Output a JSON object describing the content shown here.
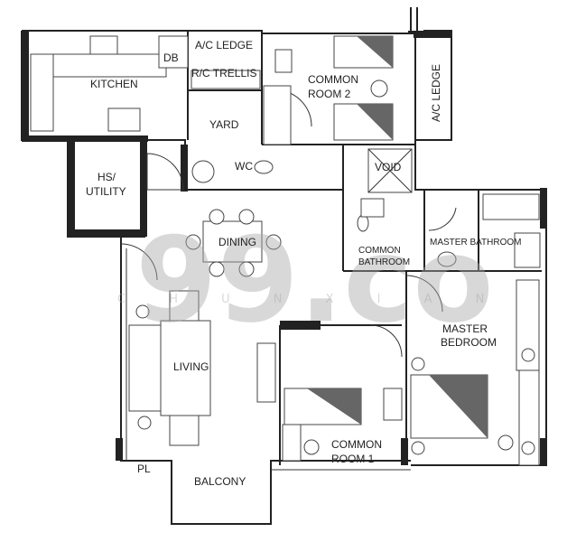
{
  "rooms": {
    "kitchen": "KITCHEN",
    "db": "DB",
    "ac_ledge_top": "A/C LEDGE",
    "rc_trellis": "R/C TRELLIS",
    "yard": "YARD",
    "wc": "WC",
    "hs_utility_1": "HS/",
    "hs_utility_2": "UTILITY",
    "common_room_2_1": "COMMON",
    "common_room_2_2": "ROOM 2",
    "ac_ledge_right": "A/C LEDGE",
    "void": "VOID",
    "common_bathroom_1": "COMMON",
    "common_bathroom_2": "BATHROOM",
    "master_bathroom": "MASTER BATHROOM",
    "dining": "DINING",
    "living": "LIVING",
    "master_bedroom_1": "MASTER",
    "master_bedroom_2": "BEDROOM",
    "common_room_1_1": "COMMON",
    "common_room_1_2": "ROOM 1",
    "pl": "PL",
    "balcony": "BALCONY"
  },
  "watermark": {
    "logo": "99.co",
    "sub": "C H U N X I A N"
  }
}
